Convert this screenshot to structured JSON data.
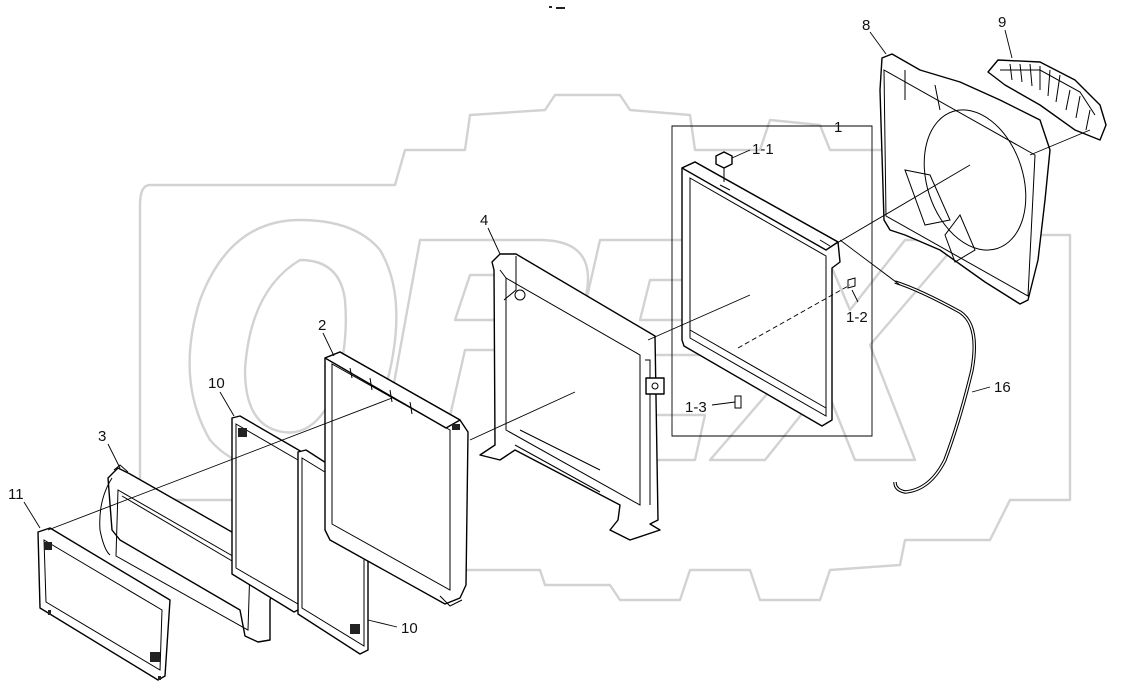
{
  "header": {
    "tiny_mark": ""
  },
  "watermark": {
    "text": "OPEX"
  },
  "callouts": [
    {
      "id": "1"
    },
    {
      "id": "1-1"
    },
    {
      "id": "1-2"
    },
    {
      "id": "1-3"
    },
    {
      "id": "2"
    },
    {
      "id": "3"
    },
    {
      "id": "4"
    },
    {
      "id": "8"
    },
    {
      "id": "9"
    },
    {
      "id": "10"
    },
    {
      "id": "10"
    },
    {
      "id": "11"
    },
    {
      "id": "16"
    }
  ],
  "colors": {
    "ink": "#000000",
    "watermark": "#d2d2d2",
    "background": "#ffffff"
  }
}
